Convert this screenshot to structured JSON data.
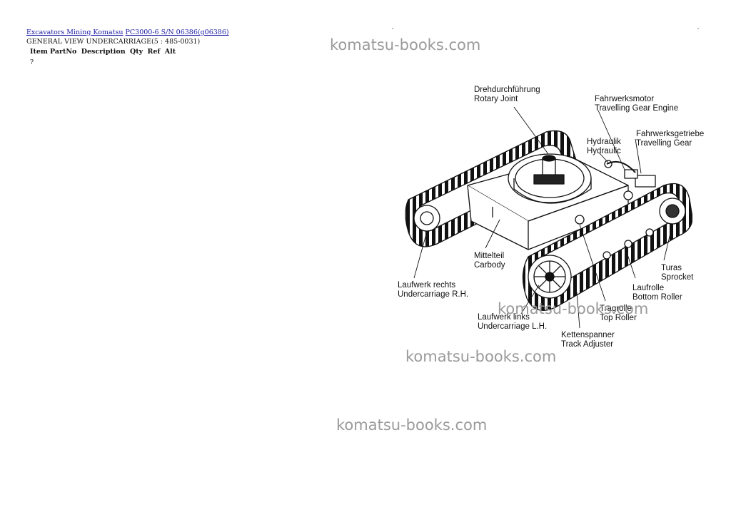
{
  "header": {
    "breadcrumb_1": "Excavators Mining Komatsu",
    "breadcrumb_2": "PC3000-6 S/N 06386(g06386)",
    "subtitle": "GENERAL VIEW UNDERCARRIAGE(5 : 485-0031)"
  },
  "table": {
    "columns": [
      "Item",
      "PartNo",
      "Description",
      "Qty",
      "Ref",
      "Alt"
    ],
    "row_value": "?"
  },
  "watermark": "komatsu-books.com",
  "diagram_labels": {
    "rotary_joint": [
      "Drehdurchführung",
      "Rotary Joint"
    ],
    "travel_motor": [
      "Fahrwerksmotor",
      "Travelling Gear Engine"
    ],
    "travel_gear": [
      "Fahrwerksgetriebe",
      "Travelling Gear"
    ],
    "hydraulic": [
      "Hydraulik",
      "Hydraulic"
    ],
    "carbody": [
      "Mittelteil",
      "Carbody"
    ],
    "uc_rh": [
      "Laufwerk rechts",
      "Undercarriage R.H."
    ],
    "sprocket": [
      "Turas",
      "Sprocket"
    ],
    "bottom_roller": [
      "Laufrolle",
      "Bottom Roller"
    ],
    "top_roller": [
      "Tragrolle",
      "Top Roller"
    ],
    "uc_lh": [
      "Laufwerk links",
      "Undercarriage L.H."
    ],
    "track_adjuster": [
      "Kettenspanner",
      "Track Adjuster"
    ]
  }
}
